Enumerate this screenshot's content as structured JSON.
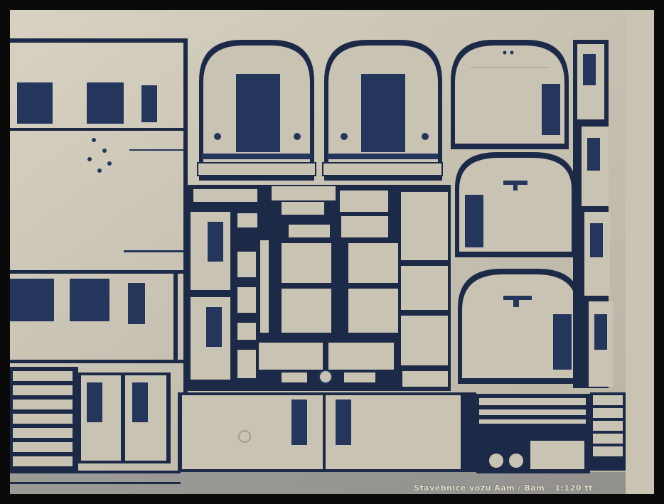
{
  "photo": {
    "subject": "Photo-etched metal fret of railway coach parts on a dark blue background",
    "colors": {
      "frame": "#0a0a0a",
      "backing": "#1c2a48",
      "metal": "#c9c3b4",
      "metal_highlight": "#ddd7c8",
      "metal_shadow": "#a49e8f"
    }
  },
  "etched_caption": {
    "title": "Stavebnice vozu Aam / Bam",
    "scale": "1:120 tt"
  }
}
